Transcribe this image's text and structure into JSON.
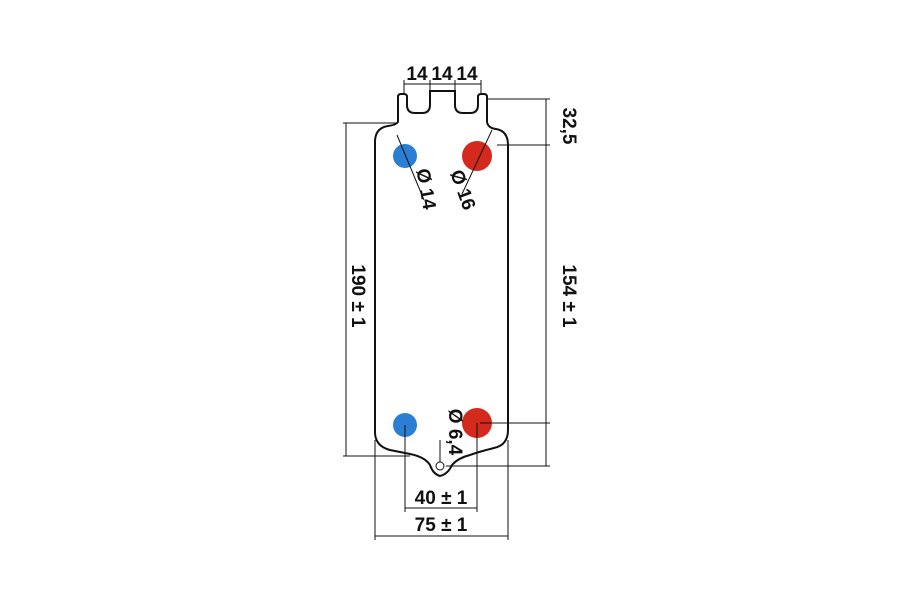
{
  "colors": {
    "cold_port": "#2a7fd4",
    "hot_port": "#d42a1e",
    "line": "#111111",
    "background": "#ffffff"
  },
  "dimensions": {
    "tab_width_left": "14",
    "tab_width_middle": "14",
    "tab_width_right": "14",
    "tab_height": "32,5",
    "port_diameter_cold": "Ø 14",
    "port_diameter_hot": "Ø 16",
    "port_spacing_vertical": "154 ± 1",
    "plate_height": "190 ± 1",
    "hole_diameter": "Ø 6,4",
    "port_spacing_horizontal": "40 ± 1",
    "plate_width": "75 ± 1"
  },
  "ports": [
    {
      "name": "top-left-port",
      "type": "cold"
    },
    {
      "name": "top-right-port",
      "type": "hot"
    },
    {
      "name": "bottom-left-port",
      "type": "cold"
    },
    {
      "name": "bottom-right-port",
      "type": "hot"
    }
  ]
}
